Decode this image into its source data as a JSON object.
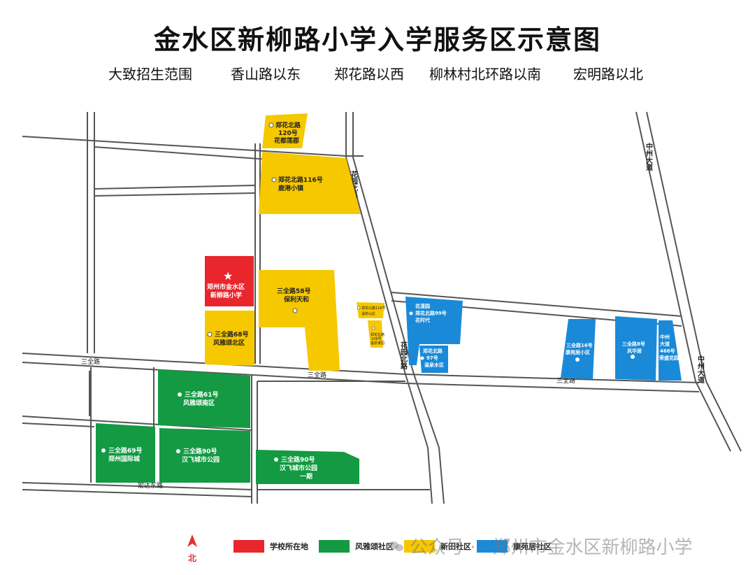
{
  "title": "金水区新柳路小学入学服务区示意图",
  "subtitle": {
    "scope": "大致招生范围",
    "east": "香山路以东",
    "west": "郑花路以西",
    "south": "柳林村北环路以南",
    "north": "宏明路以北"
  },
  "roads": {
    "sanquan_w": "三全路",
    "sanquan_mid": "三全路",
    "sanquan_e": "三全路",
    "huayuan_n": "花园北路",
    "huayuan_s": "花园北路",
    "zhongzhou_n": "中州大道",
    "zhongzhou_s": "中州大道",
    "hongda": "宏达东路"
  },
  "plots": {
    "school": {
      "name": "郑州市金水区",
      "name2": "新柳路小学",
      "color": "#e8262c"
    },
    "p120": {
      "l1": "郑花北路",
      "l2": "120号",
      "l3": "花都莲郡"
    },
    "p116": {
      "l1": "郑花北路116号",
      "l2": "鹿港小镇"
    },
    "p58": {
      "l1": "三全路58号",
      "l2": "保利天和"
    },
    "p68": {
      "l1": "三全路68号",
      "l2": "风雅颂北区"
    },
    "p116s": {
      "l1": "郑花北路116号",
      "l2": "温泉山庄"
    },
    "p_small": {
      "l1": "郑花北路",
      "l2": "106号",
      "l3": "温泉家园"
    },
    "p99": {
      "l1": "花漾园",
      "l2": "郑花北路99号",
      "l3": "花时代"
    },
    "p97": {
      "l1": "郑花北路",
      "l2": "97号",
      "l3": "温泉水区"
    },
    "p16": {
      "l1": "三全路16号",
      "l2": "康苑居小区"
    },
    "p8": {
      "l1": "三全路8号",
      "l2": "风华居"
    },
    "p466": {
      "l1": "中州",
      "l2": "大道",
      "l3": "466号",
      "l4": "荣盛花园"
    },
    "p61": {
      "l1": "三全路61号",
      "l2": "风雅颂南区"
    },
    "p69": {
      "l1": "三全路69号",
      "l2": "郑州国际城"
    },
    "p90a": {
      "l1": "三全路90号",
      "l2": "汉飞城市公园"
    },
    "p90b": {
      "l1": "三全路90号",
      "l2": "汉飞城市公园",
      "l3": "一期"
    }
  },
  "colors": {
    "school": "#e8262c",
    "fengyasong": "#139a43",
    "xintian": "#f6c800",
    "kangbang": "#1a8ad8"
  },
  "legend": {
    "north": "北",
    "school": "学校所在地",
    "fengyasong": "风雅颂社区",
    "xintian": "新田社区",
    "kangbang": "康苑居社区"
  },
  "watermark": {
    "account": "公众号 ·",
    "name": "郑州市金水区新柳路小学"
  }
}
